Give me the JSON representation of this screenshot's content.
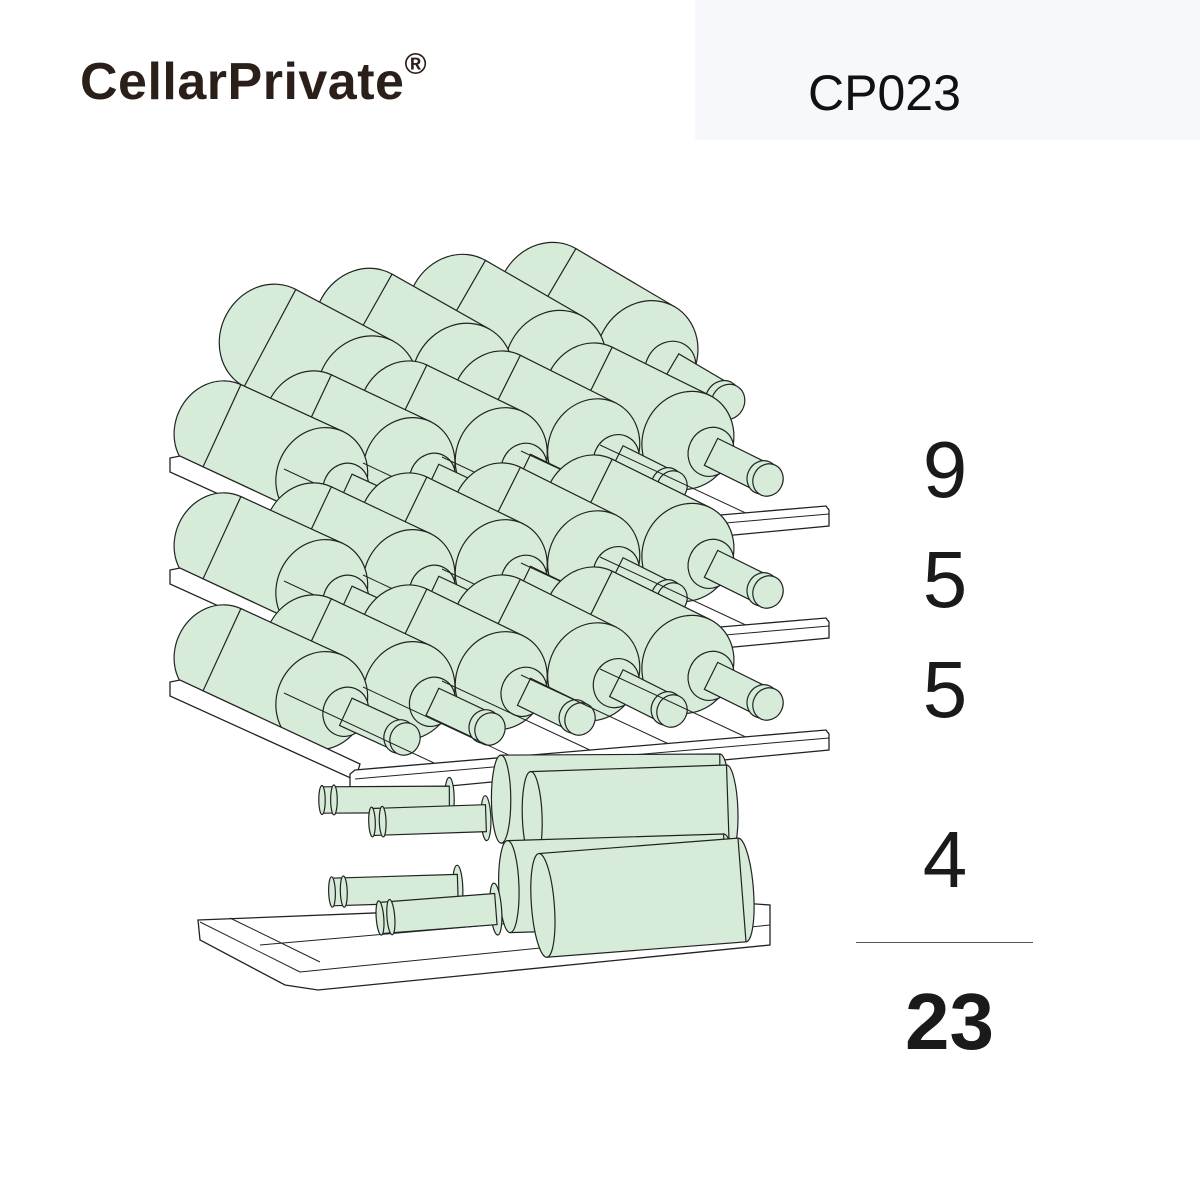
{
  "brand": {
    "name": "CellarPrivate",
    "mark": "®"
  },
  "model": "CP023",
  "capacity": {
    "rows": [
      {
        "label": "9",
        "bottles": 9
      },
      {
        "label": "5",
        "bottles": 5
      },
      {
        "label": "5",
        "bottles": 5
      },
      {
        "label": "4",
        "bottles": 4
      }
    ],
    "total": "23"
  },
  "colors": {
    "bottle_fill": "#d6ecd8",
    "outline": "#222222",
    "text": "#1a1a1a",
    "brand_text": "#2b1f1a"
  }
}
